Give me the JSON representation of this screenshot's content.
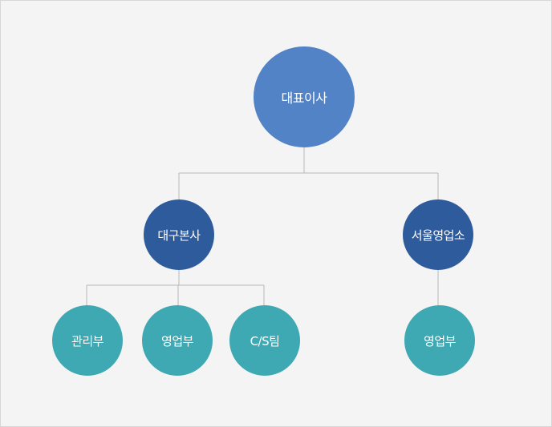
{
  "org_chart": {
    "root": {
      "label": "대표이사",
      "color": "#5283c7"
    },
    "branches": [
      {
        "label": "대구본사",
        "color": "#2e5b9c",
        "children": [
          {
            "label": "관리부",
            "color": "#3ea8b3"
          },
          {
            "label": "영업부",
            "color": "#3ea8b3"
          },
          {
            "label": "C/S팀",
            "color": "#3ea8b3"
          }
        ]
      },
      {
        "label": "서울영업소",
        "color": "#2e5b9c",
        "children": [
          {
            "label": "영업부",
            "color": "#3ea8b3"
          }
        ]
      }
    ],
    "connector_color": "#b9b9b9"
  }
}
